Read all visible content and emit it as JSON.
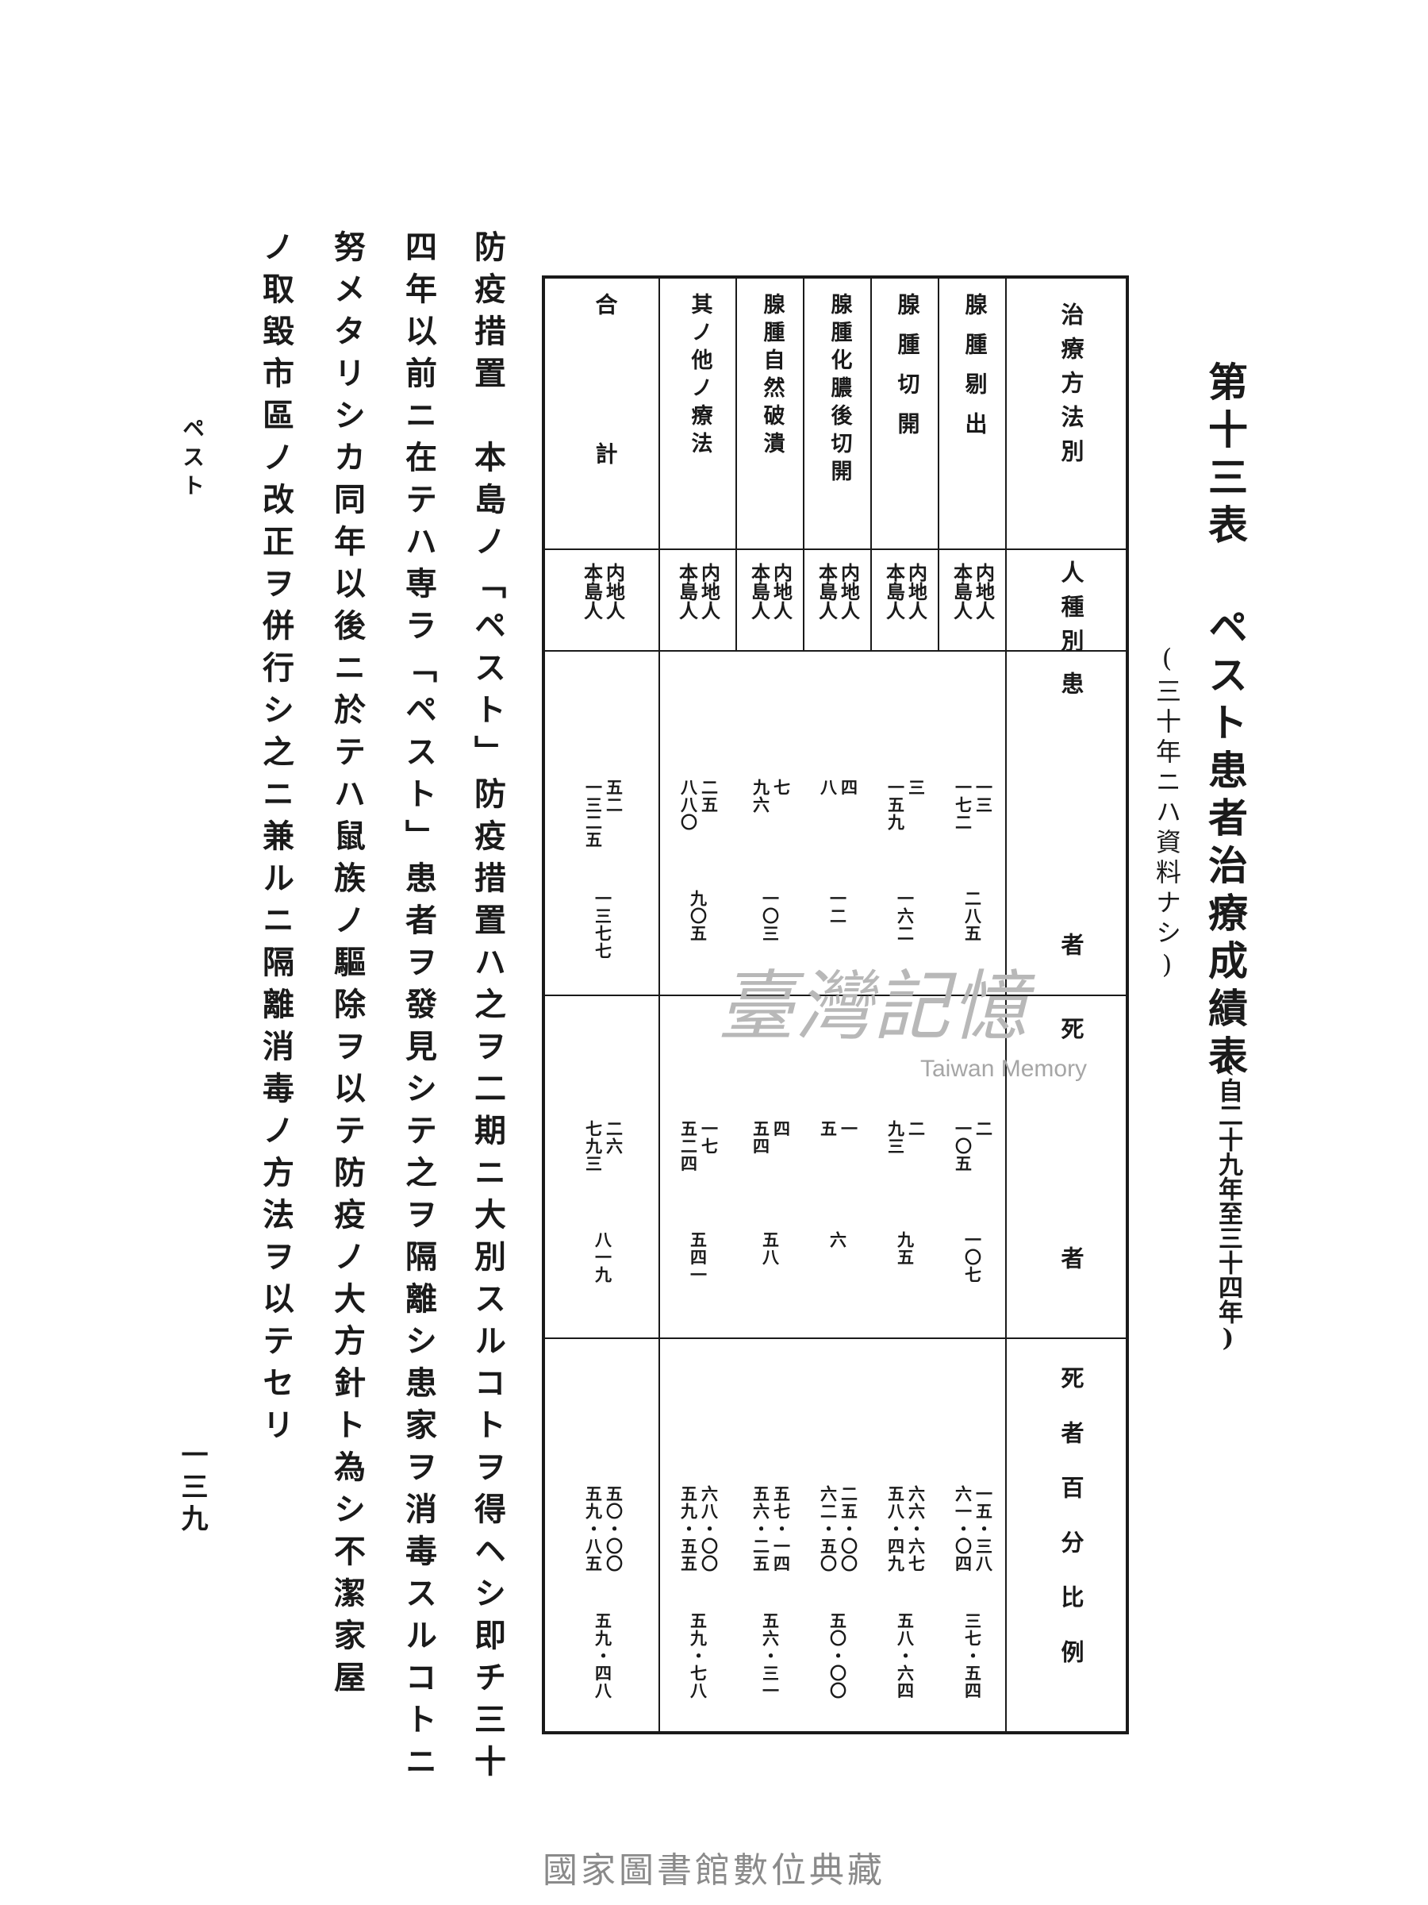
{
  "title": "第十三表 ペスト患者治療成績表",
  "period": "(自二十九年至三十四年)",
  "note": "(三十年ニハ資料ナシ)",
  "table": {
    "header_method": "治療方法別",
    "header_race": "人種別",
    "header_patients": "患者",
    "header_deaths": "死者",
    "header_rate": "死者百分比例",
    "race_inland": "内地人",
    "race_island": "本島人",
    "rows": [
      {
        "method": "腺腫剔出",
        "pat_in": "一三",
        "pat_is": "一七二",
        "pat_total": "二八五",
        "death_in": "二",
        "death_is": "一〇五",
        "death_total": "一〇七",
        "rate_in": "一五・三八",
        "rate_is": "六一・〇四",
        "rate_total": "三七・五四"
      },
      {
        "method": "腺腫切開",
        "pat_in": "三",
        "pat_is": "一五九",
        "pat_total": "一六二",
        "death_in": "二",
        "death_is": "九三",
        "death_total": "九五",
        "rate_in": "六六・六七",
        "rate_is": "五八・四九",
        "rate_total": "五八・六四"
      },
      {
        "method": "腺腫化膿後切開",
        "pat_in": "四",
        "pat_is": "八",
        "pat_total": "一二",
        "death_in": "一",
        "death_is": "五",
        "death_total": "六",
        "rate_in": "二五・〇〇",
        "rate_is": "六二・五〇",
        "rate_total": "五〇・〇〇"
      },
      {
        "method": "腺腫自然破潰",
        "pat_in": "七",
        "pat_is": "九六",
        "pat_total": "一〇三",
        "death_in": "四",
        "death_is": "五四",
        "death_total": "五八",
        "rate_in": "五七・一四",
        "rate_is": "五六・二五",
        "rate_total": "五六・三一"
      },
      {
        "method": "其ノ他ノ療法",
        "pat_in": "二五",
        "pat_is": "八八〇",
        "pat_total": "九〇五",
        "death_in": "一七",
        "death_is": "五二四",
        "death_total": "五四一",
        "rate_in": "六八・〇〇",
        "rate_is": "五九・五五",
        "rate_total": "五九・七八"
      },
      {
        "method": "合計",
        "pat_in": "五二",
        "pat_is": "一三二五",
        "pat_total": "一三七七",
        "death_in": "二六",
        "death_is": "七九三",
        "death_total": "八一九",
        "rate_in": "五〇・〇〇",
        "rate_is": "五九・八五",
        "rate_total": "五九・四八"
      }
    ]
  },
  "paragraphs": [
    "防疫措置　本島ノ「ペスト」防疫措置ハ之ヲ二期ニ大別スルコトヲ得ヘシ即チ三十",
    "四年以前ニ在テハ専ラ「ペスト」患者ヲ發見シテ之ヲ隔離シ患家ヲ消毒スルコトニ",
    "努メタリシカ同年以後ニ於テハ鼠族ノ驅除ヲ以テ防疫ノ大方針ト為シ不潔家屋",
    "ノ取毀市區ノ改正ヲ併行シ之ニ兼ルニ隔離消毒ノ方法ヲ以テセリ"
  ],
  "running_head": "ペスト",
  "page_number": "一三九",
  "watermark": {
    "text": "臺灣記憶",
    "sub": "Taiwan Memory"
  },
  "footer": "國家圖書館數位典藏"
}
